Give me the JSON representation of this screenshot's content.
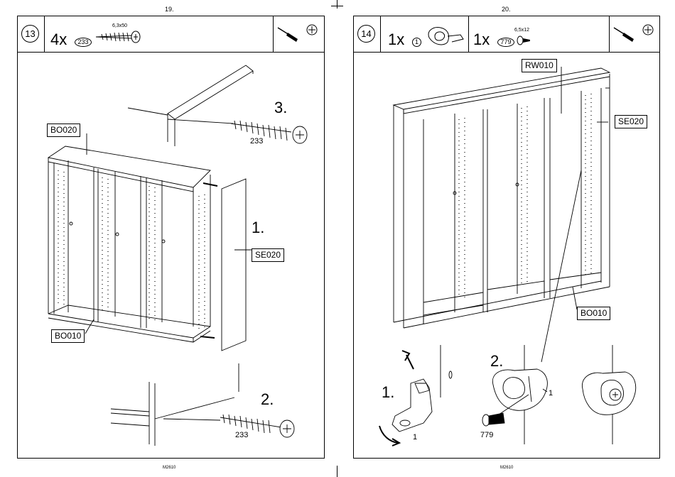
{
  "pages": {
    "left_number": "19.",
    "right_number": "20.",
    "left_footer": "M2610",
    "right_footer": "M2610"
  },
  "step13": {
    "number": "13",
    "qty": "4x",
    "part_id": "233",
    "screw_spec": "6,3x50",
    "tool_icons": [
      "screwdriver-icon",
      "phillips-head-icon"
    ],
    "labels": {
      "top_panel": "BO020",
      "side_panel": "SE020",
      "bottom_panel": "BO010"
    },
    "substeps": {
      "one": "1.",
      "two": "2.",
      "three": "3."
    },
    "screw_callouts": {
      "top": "233",
      "bottom": "233"
    }
  },
  "step14": {
    "number": "14",
    "qty_a": "1x",
    "part_a_id": "1",
    "qty_b": "1x",
    "part_b_id": "779",
    "screw_spec": "6,5x12",
    "tool_icons": [
      "screwdriver-icon",
      "phillips-head-icon"
    ],
    "labels": {
      "back_wall": "RW010",
      "side_panel": "SE020",
      "bottom_panel": "BO010"
    },
    "substeps": {
      "one": "1.",
      "two": "2."
    },
    "callouts": {
      "bracket_a": "1",
      "bracket_b": "1",
      "screw": "779"
    }
  }
}
